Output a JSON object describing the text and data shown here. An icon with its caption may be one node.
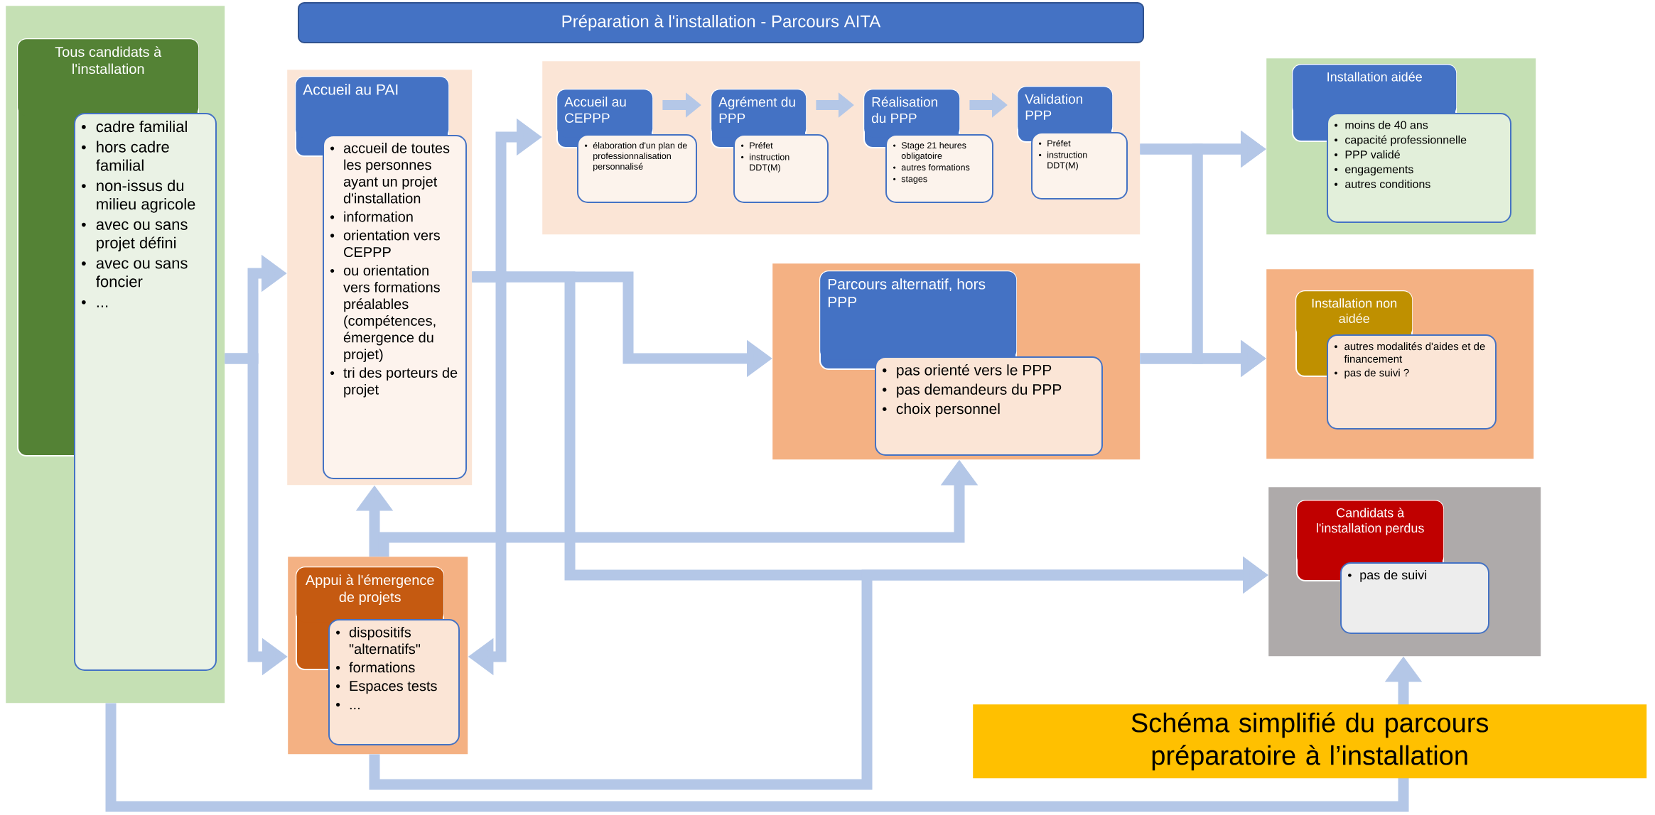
{
  "diagram": {
    "title": "Préparation à l'installation - Parcours AITA",
    "caption": "Schéma simplifié du parcours préparatoire à l’installation",
    "nodes": [
      {
        "text": [],
        "shape": "box"
      },
      {
        "text": [
          "Tous candidats à l'installation"
        ],
        "in": 0
      },
      {
        "text": [
          "cadre familial",
          "hors cadre familial",
          "non-issus du milieu agricole",
          "avec ou sans projet défini",
          "avec ou sans foncier",
          "..."
        ],
        "in": 0
      },
      {
        "text": [],
        "shape": "box"
      },
      {
        "text": [
          "Accueil au PAI"
        ],
        "in": 3
      },
      {
        "text": [
          "accueil de toutes les personnes ayant un projet d'installation",
          "information",
          "orientation vers CEPPP",
          "ou orientation vers formations préalables (compétences, émergence du projet)",
          "tri des porteurs de projet"
        ],
        "in": 3
      },
      {
        "text": [],
        "shape": "box"
      },
      {
        "text": [
          "Appui à l'émergence de projets"
        ],
        "in": 6
      },
      {
        "text": [
          "dispositifs \"alternatifs\"",
          "formations",
          "Espaces tests",
          "..."
        ],
        "in": 6
      },
      {
        "text": [],
        "shape": "box"
      },
      {
        "text": [
          "Accueil au CEPPP"
        ],
        "in": 9
      },
      {
        "text": [
          "élaboration d'un plan de professionnalisation personnalisé"
        ],
        "in": 9
      },
      {
        "text": [
          "Agrément du PPP"
        ],
        "in": 9
      },
      {
        "text": [
          "Préfet",
          "instruction DDT(M)"
        ],
        "in": 9
      },
      {
        "text": [
          "Réalisation du PPP"
        ],
        "in": 9
      },
      {
        "text": [
          "Stage 21 heures obligatoire",
          "autres formations",
          "stages"
        ],
        "in": 9
      },
      {
        "text": [
          "Validation PPP"
        ],
        "in": 9
      },
      {
        "text": [
          "Préfet",
          "instruction DDT(M)"
        ],
        "in": 9
      },
      {
        "text": [],
        "shape": "box"
      },
      {
        "text": [
          "Parcours alternatif, hors PPP"
        ],
        "in": 18
      },
      {
        "text": [
          "pas orienté vers le PPP",
          "pas demandeurs du PPP",
          "choix personnel"
        ],
        "in": 18
      },
      {
        "text": [],
        "shape": "box"
      },
      {
        "text": [
          "Installation aidée"
        ],
        "in": 21
      },
      {
        "text": [
          "moins de 40 ans",
          "capacité professionnelle",
          "PPP validé",
          "engagements",
          "autres conditions"
        ],
        "in": 21
      },
      {
        "text": [],
        "shape": "box"
      },
      {
        "text": [
          "Installation non aidée"
        ],
        "in": 24
      },
      {
        "text": [
          "autres modalités d'aides et de financement",
          "pas de suivi ?"
        ],
        "in": 24
      },
      {
        "text": [],
        "shape": "box"
      },
      {
        "text": [
          "Candidats à l'installation perdus"
        ],
        "in": 27
      },
      {
        "text": [
          "pas de suivi"
        ],
        "in": 27
      }
    ],
    "edges": [
      {
        "from": 0,
        "to": 3,
        "arrow": "to"
      },
      {
        "from": 0,
        "to": 6,
        "arrow": "to"
      },
      {
        "from": 3,
        "to": 9,
        "arrow": "to"
      },
      {
        "from": 3,
        "to": 6,
        "arrow": "to"
      },
      {
        "from": 3,
        "to": 18,
        "arrow": "to"
      },
      {
        "from": 3,
        "to": 27,
        "arrow": "to"
      },
      {
        "from": 6,
        "to": 3,
        "arrow": "to"
      },
      {
        "from": 6,
        "to": 18,
        "arrow": "to"
      },
      {
        "from": 6,
        "to": 27,
        "arrow": "to"
      },
      {
        "from": 0,
        "to": 27,
        "arrow": "to"
      },
      {
        "from": 9,
        "to": 21,
        "arrow": "to"
      },
      {
        "from": 9,
        "to": 24,
        "arrow": "to"
      },
      {
        "from": 18,
        "to": 24,
        "arrow": "to"
      },
      {
        "from": 18,
        "to": 21,
        "arrow": "to"
      },
      {
        "from": 10,
        "to": 12,
        "arrow": "to"
      },
      {
        "from": 12,
        "to": 14,
        "arrow": "to"
      },
      {
        "from": 14,
        "to": 16,
        "arrow": "to"
      }
    ]
  }
}
